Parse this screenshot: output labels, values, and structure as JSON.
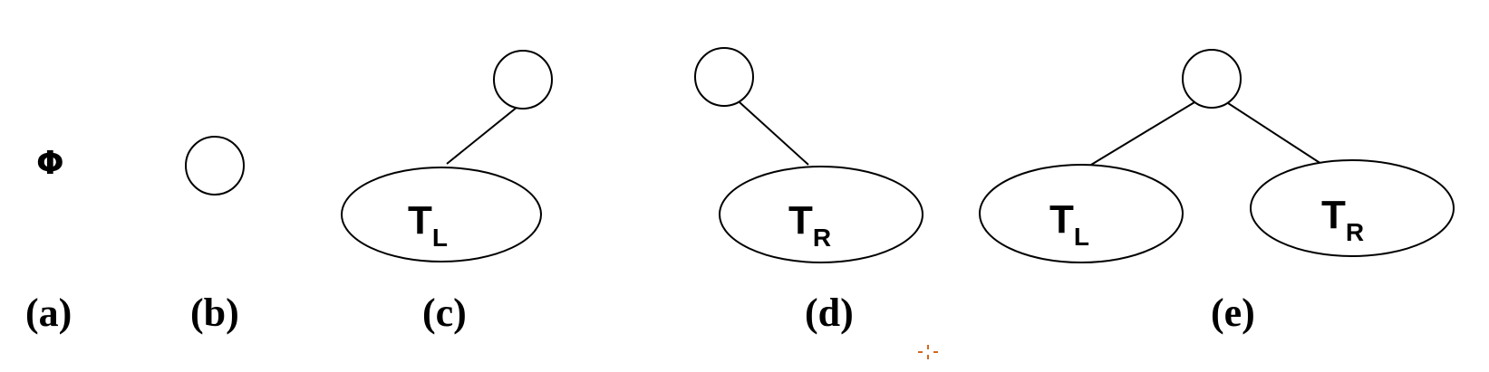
{
  "empty_tree_symbol": "Φ",
  "case_labels": {
    "a": "(a)",
    "b": "(b)",
    "c": "(c)",
    "d": "(d)",
    "e": "(e)"
  },
  "subtree_labels": {
    "main": "T",
    "left_sub": "L",
    "right_sub": "R"
  }
}
